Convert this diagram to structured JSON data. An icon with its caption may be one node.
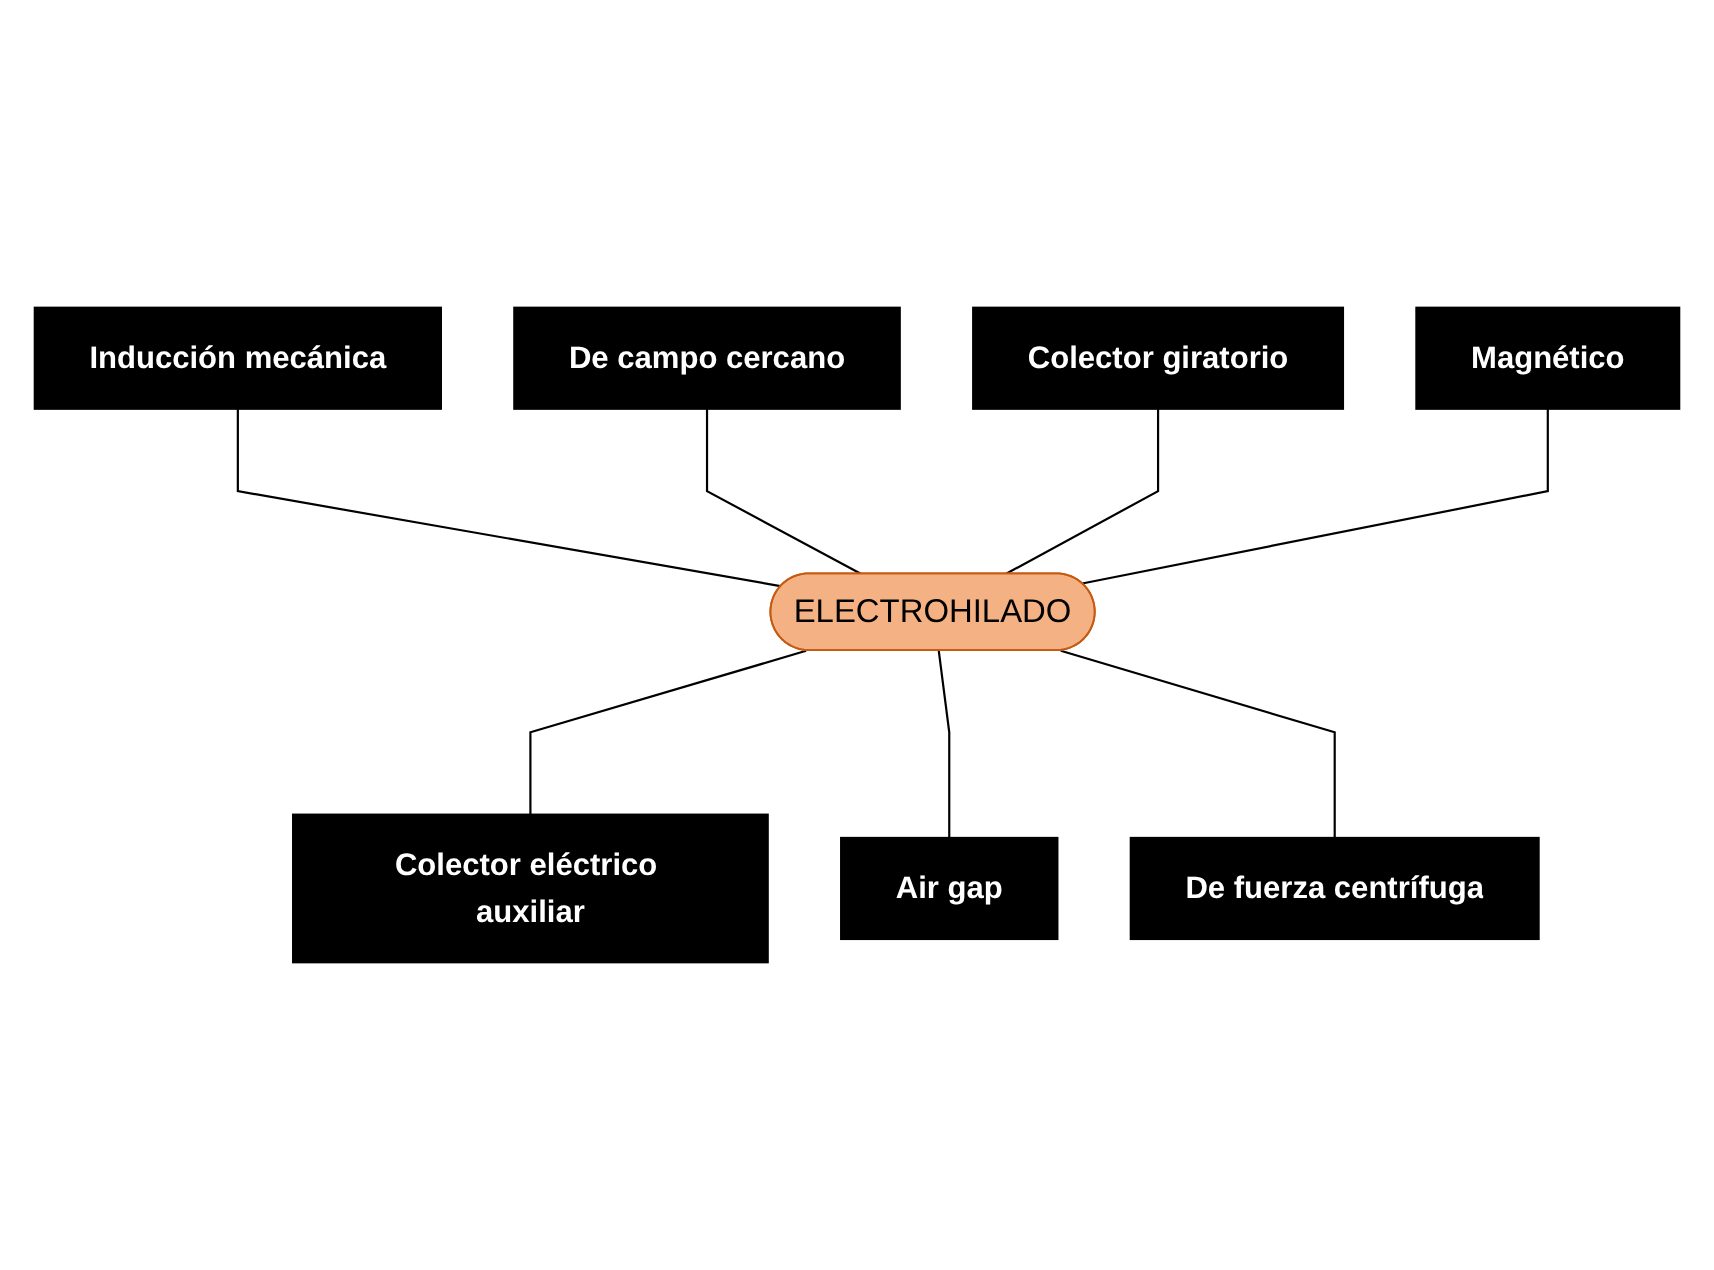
{
  "diagram": {
    "nodes": [
      {
        "text": [
          "ELECTROHILADO"
        ]
      },
      {
        "text": [
          "Inducción mecánica"
        ]
      },
      {
        "text": [
          "De campo cercano"
        ]
      },
      {
        "text": [
          "Colector giratorio"
        ]
      },
      {
        "text": [
          "Magnético"
        ]
      },
      {
        "text": [
          "Colector eléctrico auxiliar"
        ]
      },
      {
        "text": [
          "Air gap"
        ]
      },
      {
        "text": [
          "De fuerza centrífuga"
        ]
      }
    ],
    "edges": [
      {
        "from": 1,
        "to": 0,
        "arrow": "none"
      },
      {
        "from": 2,
        "to": 0,
        "arrow": "none"
      },
      {
        "from": 3,
        "to": 0,
        "arrow": "none"
      },
      {
        "from": 4,
        "to": 0,
        "arrow": "none"
      },
      {
        "from": 0,
        "to": 5,
        "arrow": "none"
      },
      {
        "from": 0,
        "to": 6,
        "arrow": "none"
      },
      {
        "from": 0,
        "to": 7,
        "arrow": "none"
      }
    ]
  }
}
